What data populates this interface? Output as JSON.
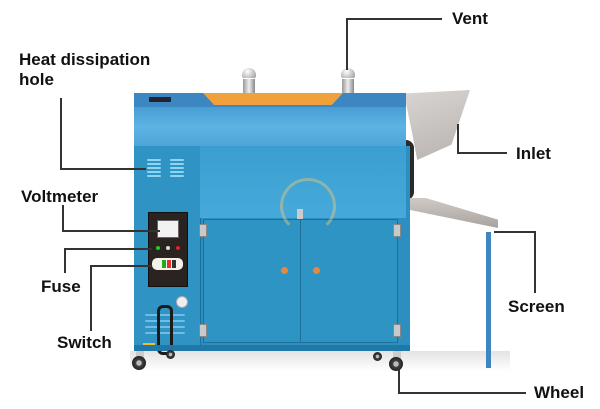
{
  "diagram": {
    "subject": "Blue roaster machine with labeled parts",
    "colors": {
      "body_blue": "#2d8fc0",
      "top_blue": "#4aa3d6",
      "nameplate_orange": "#f0a13c",
      "label_text": "#111111",
      "leader_line": "#333333",
      "background": "#ffffff"
    },
    "labels": {
      "heat_dissipation_line1": "Heat dissipation",
      "heat_dissipation_line2": "hole",
      "voltmeter": "Voltmeter",
      "fuse": "Fuse",
      "switch": "Switch",
      "vent": "Vent",
      "inlet": "Inlet",
      "screen": "Screen",
      "wheel": "Wheel"
    }
  }
}
